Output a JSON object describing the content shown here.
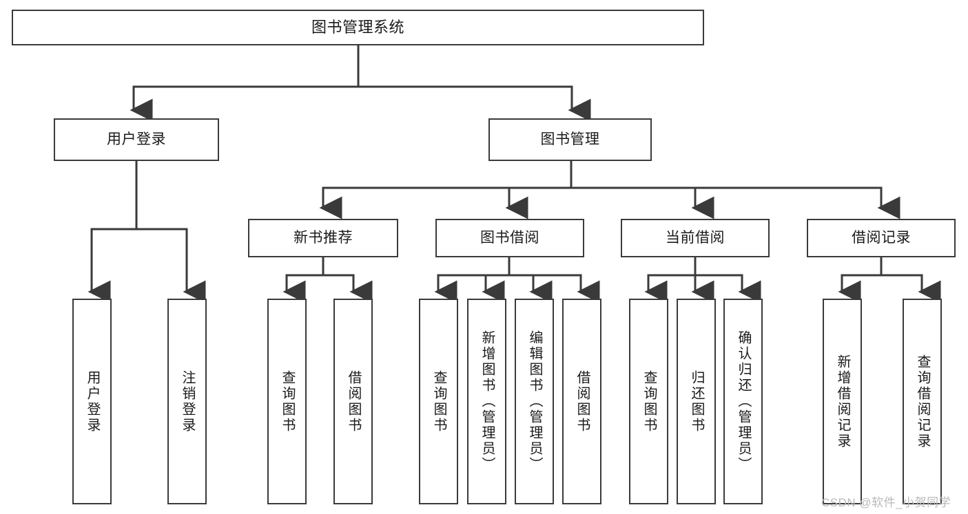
{
  "diagram": {
    "type": "tree-hierarchy-chart",
    "title": "图书管理系统",
    "orientation": "top-down",
    "line_color": "#3a3a3a",
    "box_fill": "#ffffff",
    "text_color": "#1a1a1a"
  },
  "nodes": {
    "root": {
      "label": "图书管理系统",
      "level": 1
    },
    "level2": [
      {
        "id": "user-login",
        "label": "用户登录"
      },
      {
        "id": "book-management",
        "label": "图书管理"
      }
    ],
    "level3": [
      {
        "id": "new-book-recommend",
        "label": "新书推荐",
        "parent": "book-management"
      },
      {
        "id": "book-borrow",
        "label": "图书借阅",
        "parent": "book-management"
      },
      {
        "id": "current-borrow",
        "label": "当前借阅",
        "parent": "book-management"
      },
      {
        "id": "borrow-record",
        "label": "借阅记录",
        "parent": "book-management"
      }
    ],
    "leaves": [
      {
        "id": "leaf-user-login",
        "label": "用户登录",
        "parent": "user-login"
      },
      {
        "id": "leaf-logout",
        "label": "注销登录",
        "parent": "user-login"
      },
      {
        "id": "leaf-query-book-1",
        "label": "查询图书",
        "parent": "new-book-recommend"
      },
      {
        "id": "leaf-borrow-book-1",
        "label": "借阅图书",
        "parent": "new-book-recommend"
      },
      {
        "id": "leaf-query-book-2",
        "label": "查询图书",
        "parent": "book-borrow"
      },
      {
        "id": "leaf-add-book",
        "label": "新增图书（管理员）",
        "parent": "book-borrow"
      },
      {
        "id": "leaf-edit-book",
        "label": "编辑图书（管理员）",
        "parent": "book-borrow"
      },
      {
        "id": "leaf-borrow-book-2",
        "label": "借阅图书",
        "parent": "book-borrow"
      },
      {
        "id": "leaf-query-book-3",
        "label": "查询图书",
        "parent": "current-borrow"
      },
      {
        "id": "leaf-return-book",
        "label": "归还图书",
        "parent": "current-borrow"
      },
      {
        "id": "leaf-confirm-return",
        "label": "确认归还（管理员）",
        "parent": "current-borrow"
      },
      {
        "id": "leaf-add-record",
        "label": "新增借阅记录",
        "parent": "borrow-record"
      },
      {
        "id": "leaf-query-record",
        "label": "查询借阅记录",
        "parent": "borrow-record"
      }
    ]
  },
  "watermark": {
    "text": "CSDN @软件_小贺同学"
  }
}
